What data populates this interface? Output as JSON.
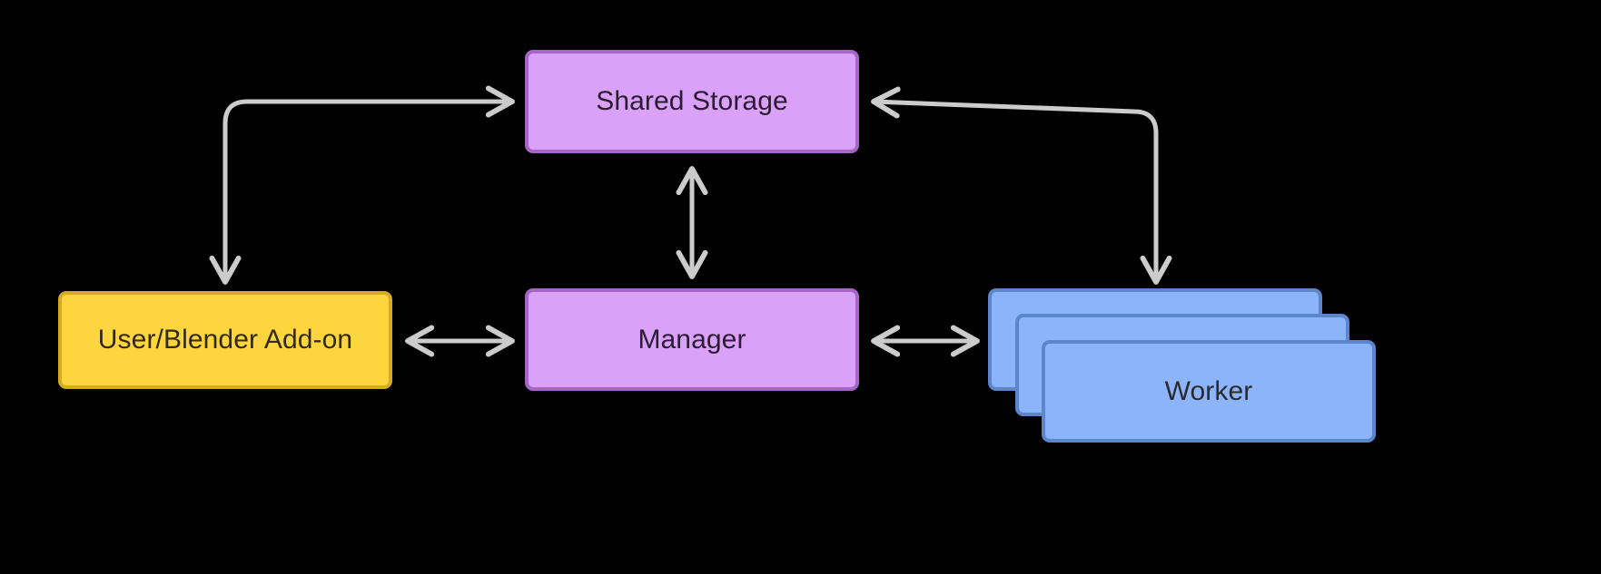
{
  "diagram": {
    "type": "architecture-flowchart",
    "background_color": "#000000",
    "edge_color": "#cccccc",
    "nodes": [
      {
        "id": "shared-storage",
        "label": "Shared Storage",
        "fill": "#d9a2f8",
        "stroke": "#a964c8",
        "text_color": "#2b1b33",
        "shape": "rounded-rect"
      },
      {
        "id": "manager",
        "label": "Manager",
        "fill": "#d9a2f8",
        "stroke": "#a964c8",
        "text_color": "#2b1b33",
        "shape": "rounded-rect"
      },
      {
        "id": "user-addon",
        "label": "User/Blender Add-on",
        "fill": "#fcd53f",
        "stroke": "#d6ab22",
        "text_color": "#332a10",
        "shape": "rounded-rect"
      },
      {
        "id": "worker",
        "label": "Worker",
        "fill": "#8cb4fa",
        "stroke": "#5b86cc",
        "text_color": "#2b2b2b",
        "shape": "stacked-rect",
        "stack_count": 3
      }
    ],
    "edges": [
      {
        "id": "user-addon-to-shared-storage",
        "from": "user-addon",
        "to": "shared-storage",
        "style": "curved",
        "arrows": "both-ends"
      },
      {
        "id": "shared-storage-to-worker",
        "from": "worker",
        "to": "shared-storage",
        "style": "curved",
        "arrows": "both-ends"
      },
      {
        "id": "shared-storage-to-manager",
        "from": "shared-storage",
        "to": "manager",
        "style": "straight-vertical",
        "arrows": "bidirectional"
      },
      {
        "id": "user-addon-to-manager",
        "from": "user-addon",
        "to": "manager",
        "style": "straight-horizontal",
        "arrows": "bidirectional"
      },
      {
        "id": "manager-to-worker",
        "from": "manager",
        "to": "worker",
        "style": "straight-horizontal",
        "arrows": "bidirectional"
      }
    ]
  }
}
